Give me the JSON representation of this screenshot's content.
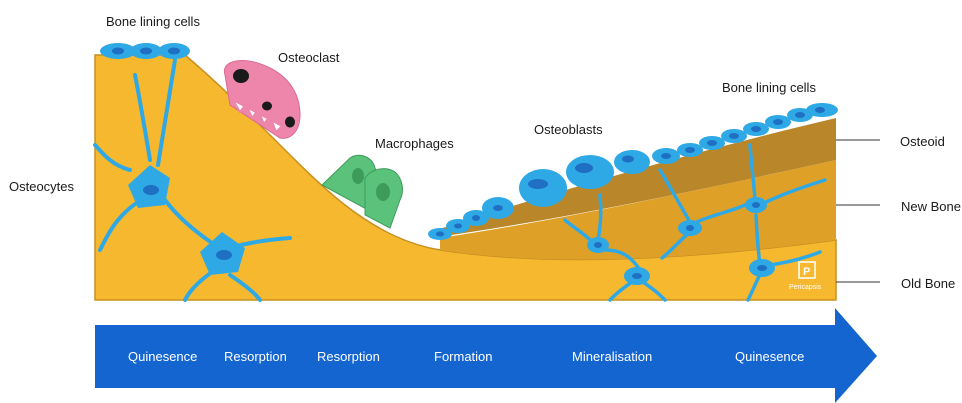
{
  "labels": {
    "bone_lining_cells_left": "Bone lining cells",
    "osteoclast": "Osteoclast",
    "macrophages": "Macrophages",
    "osteoblasts": "Osteoblasts",
    "bone_lining_cells_right": "Bone lining cells",
    "osteocytes": "Osteocytes",
    "osteoid": "Osteoid",
    "new_bone": "New Bone",
    "old_bone": "Old Bone"
  },
  "stages": [
    "Quinesence",
    "Resorption",
    "Resorption",
    "Formation",
    "Mineralisation",
    "Quinesence"
  ],
  "logo": {
    "letter": "P",
    "text": "Pericapsis"
  },
  "colors": {
    "old_bone": "#f5b82e",
    "new_bone": "#dfa028",
    "osteoid": "#b9862a",
    "cell_blue": "#2fa9e6",
    "nucleus_blue": "#1f6fc2",
    "osteoclast_pink": "#ee86ab",
    "macrophage_green": "#5ac27a",
    "arrow_blue": "#1565d0"
  }
}
